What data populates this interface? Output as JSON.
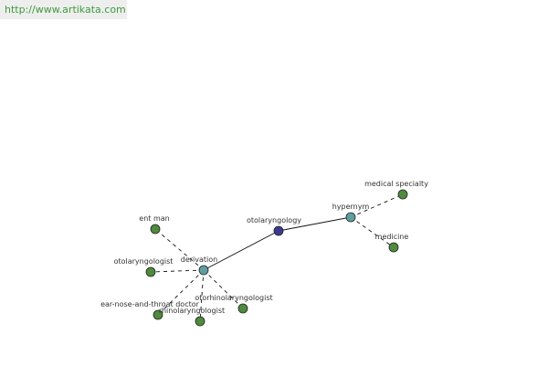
{
  "source": {
    "url_text": "http://www.artikata.com"
  },
  "colors": {
    "center_node": "#3b3a8c",
    "relation_node": "#5f9ea0",
    "leaf_node": "#4f8a3d",
    "node_stroke": "#222222",
    "edge": "#111111"
  },
  "graph": {
    "nodes": [
      {
        "id": "otolaryngology",
        "label": "otolaryngology",
        "kind": "center"
      },
      {
        "id": "hypernym",
        "label": "hypernym",
        "kind": "relation"
      },
      {
        "id": "derivation",
        "label": "derivation",
        "kind": "relation"
      },
      {
        "id": "medical-specialty",
        "label": "medical specialty",
        "kind": "leaf"
      },
      {
        "id": "medicine",
        "label": "medicine",
        "kind": "leaf"
      },
      {
        "id": "ent-man",
        "label": "ent man",
        "kind": "leaf"
      },
      {
        "id": "otolaryngologist",
        "label": "otolaryngologist",
        "kind": "leaf"
      },
      {
        "id": "ear-nose-and-throat-doctor",
        "label": "ear-nose-and-throat doctor",
        "kind": "leaf"
      },
      {
        "id": "rhinolaryngologist",
        "label": "rhinolaryngologist",
        "kind": "leaf"
      },
      {
        "id": "otorhinolaryngologist",
        "label": "otorhinolaryngologist",
        "kind": "leaf"
      }
    ],
    "edges": [
      {
        "from": "otolaryngology",
        "to": "hypernym",
        "style": "solid"
      },
      {
        "from": "otolaryngology",
        "to": "derivation",
        "style": "solid"
      },
      {
        "from": "hypernym",
        "to": "medical-specialty",
        "style": "dashed"
      },
      {
        "from": "hypernym",
        "to": "medicine",
        "style": "dashed"
      },
      {
        "from": "derivation",
        "to": "ent-man",
        "style": "dashed"
      },
      {
        "from": "derivation",
        "to": "otolaryngologist",
        "style": "dashed"
      },
      {
        "from": "derivation",
        "to": "ear-nose-and-throat-doctor",
        "style": "dashed"
      },
      {
        "from": "derivation",
        "to": "rhinolaryngologist",
        "style": "dashed"
      },
      {
        "from": "derivation",
        "to": "otorhinolaryngologist",
        "style": "dashed"
      }
    ]
  }
}
